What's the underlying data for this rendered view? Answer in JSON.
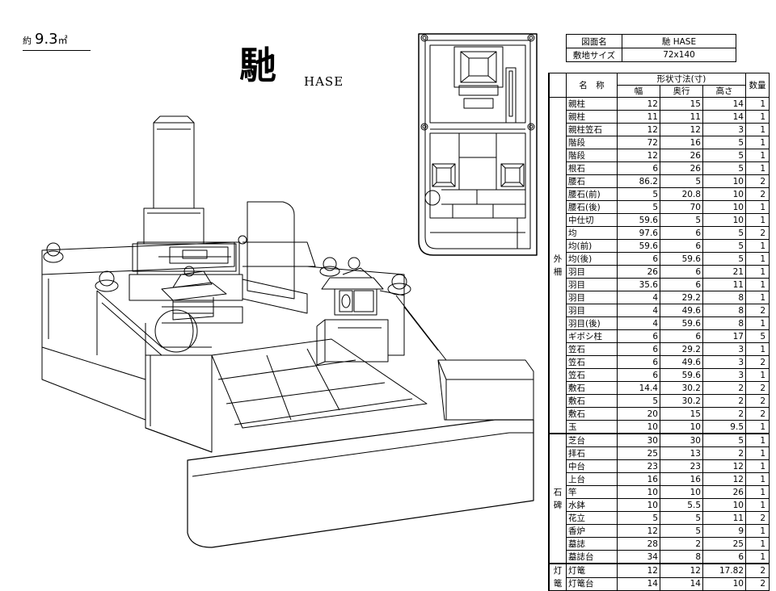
{
  "area": {
    "prefix": "約",
    "value": "9.3",
    "unit": "㎡"
  },
  "design": {
    "kanji": "馳",
    "romaji": "HASE"
  },
  "title_table": {
    "rows": [
      {
        "key": "図面名",
        "value": "馳 HASE"
      },
      {
        "key": "敷地サイズ",
        "value": "72x140"
      }
    ]
  },
  "spec_table": {
    "header": {
      "dims_group": "形状寸法(寸)",
      "name": "名　称",
      "width": "幅",
      "depth": "奥行",
      "height": "高さ",
      "qty": "数量"
    },
    "groups": [
      {
        "label": "外柵",
        "rows": [
          [
            "親柱",
            "12",
            "15",
            "14",
            "1"
          ],
          [
            "親柱",
            "11",
            "11",
            "14",
            "1"
          ],
          [
            "親柱笠石",
            "12",
            "12",
            "3",
            "1"
          ],
          [
            "階段",
            "72",
            "16",
            "5",
            "1"
          ],
          [
            "階段",
            "12",
            "26",
            "5",
            "1"
          ],
          [
            "根石",
            "6",
            "26",
            "5",
            "1"
          ],
          [
            "腰石",
            "86.2",
            "5",
            "10",
            "2"
          ],
          [
            "腰石(前)",
            "5",
            "20.8",
            "10",
            "2"
          ],
          [
            "腰石(後)",
            "5",
            "70",
            "10",
            "1"
          ],
          [
            "中仕切",
            "59.6",
            "5",
            "10",
            "1"
          ],
          [
            "均",
            "97.6",
            "6",
            "5",
            "2"
          ],
          [
            "均(前)",
            "59.6",
            "6",
            "5",
            "1"
          ],
          [
            "均(後)",
            "6",
            "59.6",
            "5",
            "1"
          ],
          [
            "羽目",
            "26",
            "6",
            "21",
            "1"
          ],
          [
            "羽目",
            "35.6",
            "6",
            "11",
            "1"
          ],
          [
            "羽目",
            "4",
            "29.2",
            "8",
            "1"
          ],
          [
            "羽目",
            "4",
            "49.6",
            "8",
            "2"
          ],
          [
            "羽目(後)",
            "4",
            "59.6",
            "8",
            "1"
          ],
          [
            "ギボシ柱",
            "6",
            "6",
            "17",
            "5"
          ],
          [
            "笠石",
            "6",
            "29.2",
            "3",
            "1"
          ],
          [
            "笠石",
            "6",
            "49.6",
            "3",
            "2"
          ],
          [
            "笠石",
            "6",
            "59.6",
            "3",
            "1"
          ],
          [
            "敷石",
            "14.4",
            "30.2",
            "2",
            "2"
          ],
          [
            "敷石",
            "5",
            "30.2",
            "2",
            "2"
          ],
          [
            "敷石",
            "20",
            "15",
            "2",
            "2"
          ],
          [
            "玉",
            "10",
            "10",
            "9.5",
            "1"
          ]
        ]
      },
      {
        "label": "石碑",
        "rows": [
          [
            "芝台",
            "30",
            "30",
            "5",
            "1"
          ],
          [
            "拝石",
            "25",
            "13",
            "2",
            "1"
          ],
          [
            "中台",
            "23",
            "23",
            "12",
            "1"
          ],
          [
            "上台",
            "16",
            "16",
            "12",
            "1"
          ],
          [
            "竿",
            "10",
            "10",
            "26",
            "1"
          ],
          [
            "水鉢",
            "10",
            "5.5",
            "10",
            "1"
          ],
          [
            "花立",
            "5",
            "5",
            "11",
            "2"
          ],
          [
            "香炉",
            "12",
            "5",
            "9",
            "1"
          ],
          [
            "墓誌",
            "28",
            "2",
            "25",
            "1"
          ],
          [
            "墓誌台",
            "34",
            "8",
            "6",
            "1"
          ]
        ]
      },
      {
        "label": "灯篭",
        "rows": [
          [
            "灯篭",
            "12",
            "12",
            "17.82",
            "2"
          ],
          [
            "灯篭台",
            "14",
            "14",
            "10",
            "2"
          ]
        ]
      }
    ]
  }
}
